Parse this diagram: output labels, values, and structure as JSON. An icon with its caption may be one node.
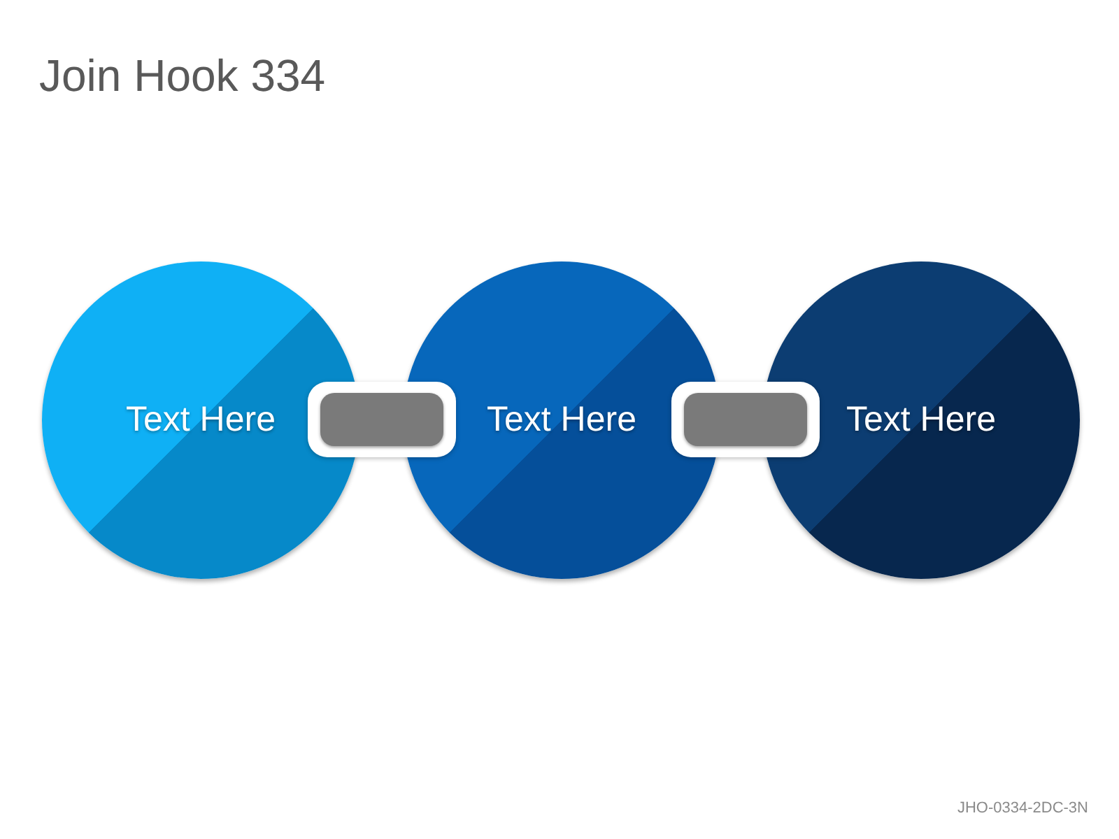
{
  "diagram": {
    "title": "Join Hook 334",
    "nodes": [
      {
        "text": [
          "Text Here"
        ]
      },
      {
        "text": [],
        "shape": "box"
      },
      {
        "text": [
          "Text Here"
        ]
      },
      {
        "text": [],
        "shape": "box"
      },
      {
        "text": [
          "Text Here"
        ]
      }
    ],
    "labels": [
      "JHO-0334-2DC-3N"
    ]
  }
}
